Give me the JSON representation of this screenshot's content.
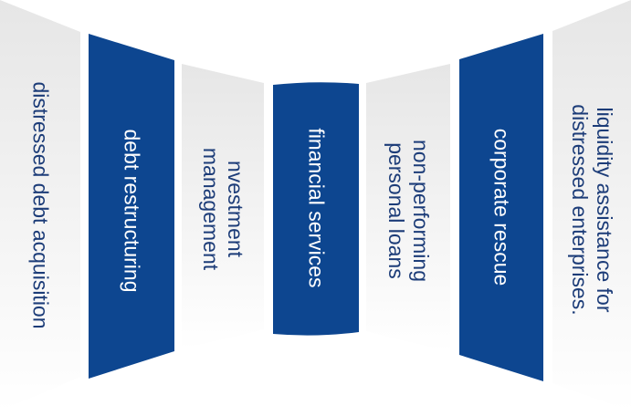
{
  "panels": [
    {
      "label": "distressed debt acquisition",
      "style": "light"
    },
    {
      "label": "debt restructuring",
      "style": "dark"
    },
    {
      "label": "nvestment\nmanagement",
      "style": "light"
    },
    {
      "label": "financial services",
      "style": "dark"
    },
    {
      "label": "non-performing\npersonal loans",
      "style": "light"
    },
    {
      "label": "corporate rescue",
      "style": "dark"
    },
    {
      "label": "liquidity assistance for\ndistressed enterprises.",
      "style": "light"
    }
  ],
  "colors": {
    "dark": "#0d4690",
    "light_top": "#e6e6e6",
    "light_bottom": "#ffffff",
    "text_dark": "#1c3c78"
  }
}
